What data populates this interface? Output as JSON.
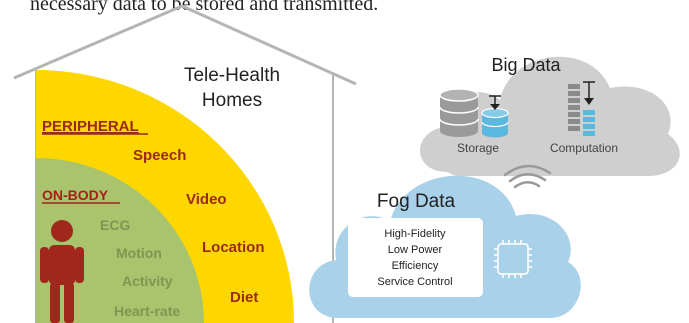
{
  "top_text": "necessary data to be stored and transmitted.",
  "house": {
    "title_line1": "Tele-Health",
    "title_line2": "Homes"
  },
  "peripheral": {
    "title": "PERIPHERAL",
    "items": [
      "Speech",
      "Video",
      "Location",
      "Diet"
    ]
  },
  "on_body": {
    "title": "ON-BODY",
    "items": [
      "ECG",
      "Motion",
      "Activity",
      "Heart-rate"
    ]
  },
  "big_data": {
    "title": "Big Data",
    "storage_label": "Storage",
    "computation_label": "Computation"
  },
  "fog_data": {
    "title": "Fog Data",
    "lines": [
      "High-Fidelity",
      "Low Power",
      "Efficiency",
      "Service Control"
    ]
  },
  "colors": {
    "house_outline": "#b5b5b5",
    "peripheral_yellow": "#ffd700",
    "peripheral_text": "#9a2a1a",
    "onbody_green": "#a9c46c",
    "onbody_text": "#a6201a",
    "onbody_item_text": "#7e9652",
    "person": "#a0271c",
    "big_cloud": "#cfcfcf",
    "fog_cloud": "#a9d2ea",
    "icon_gray": "#9a9a9a",
    "icon_blue": "#5bb8df"
  }
}
